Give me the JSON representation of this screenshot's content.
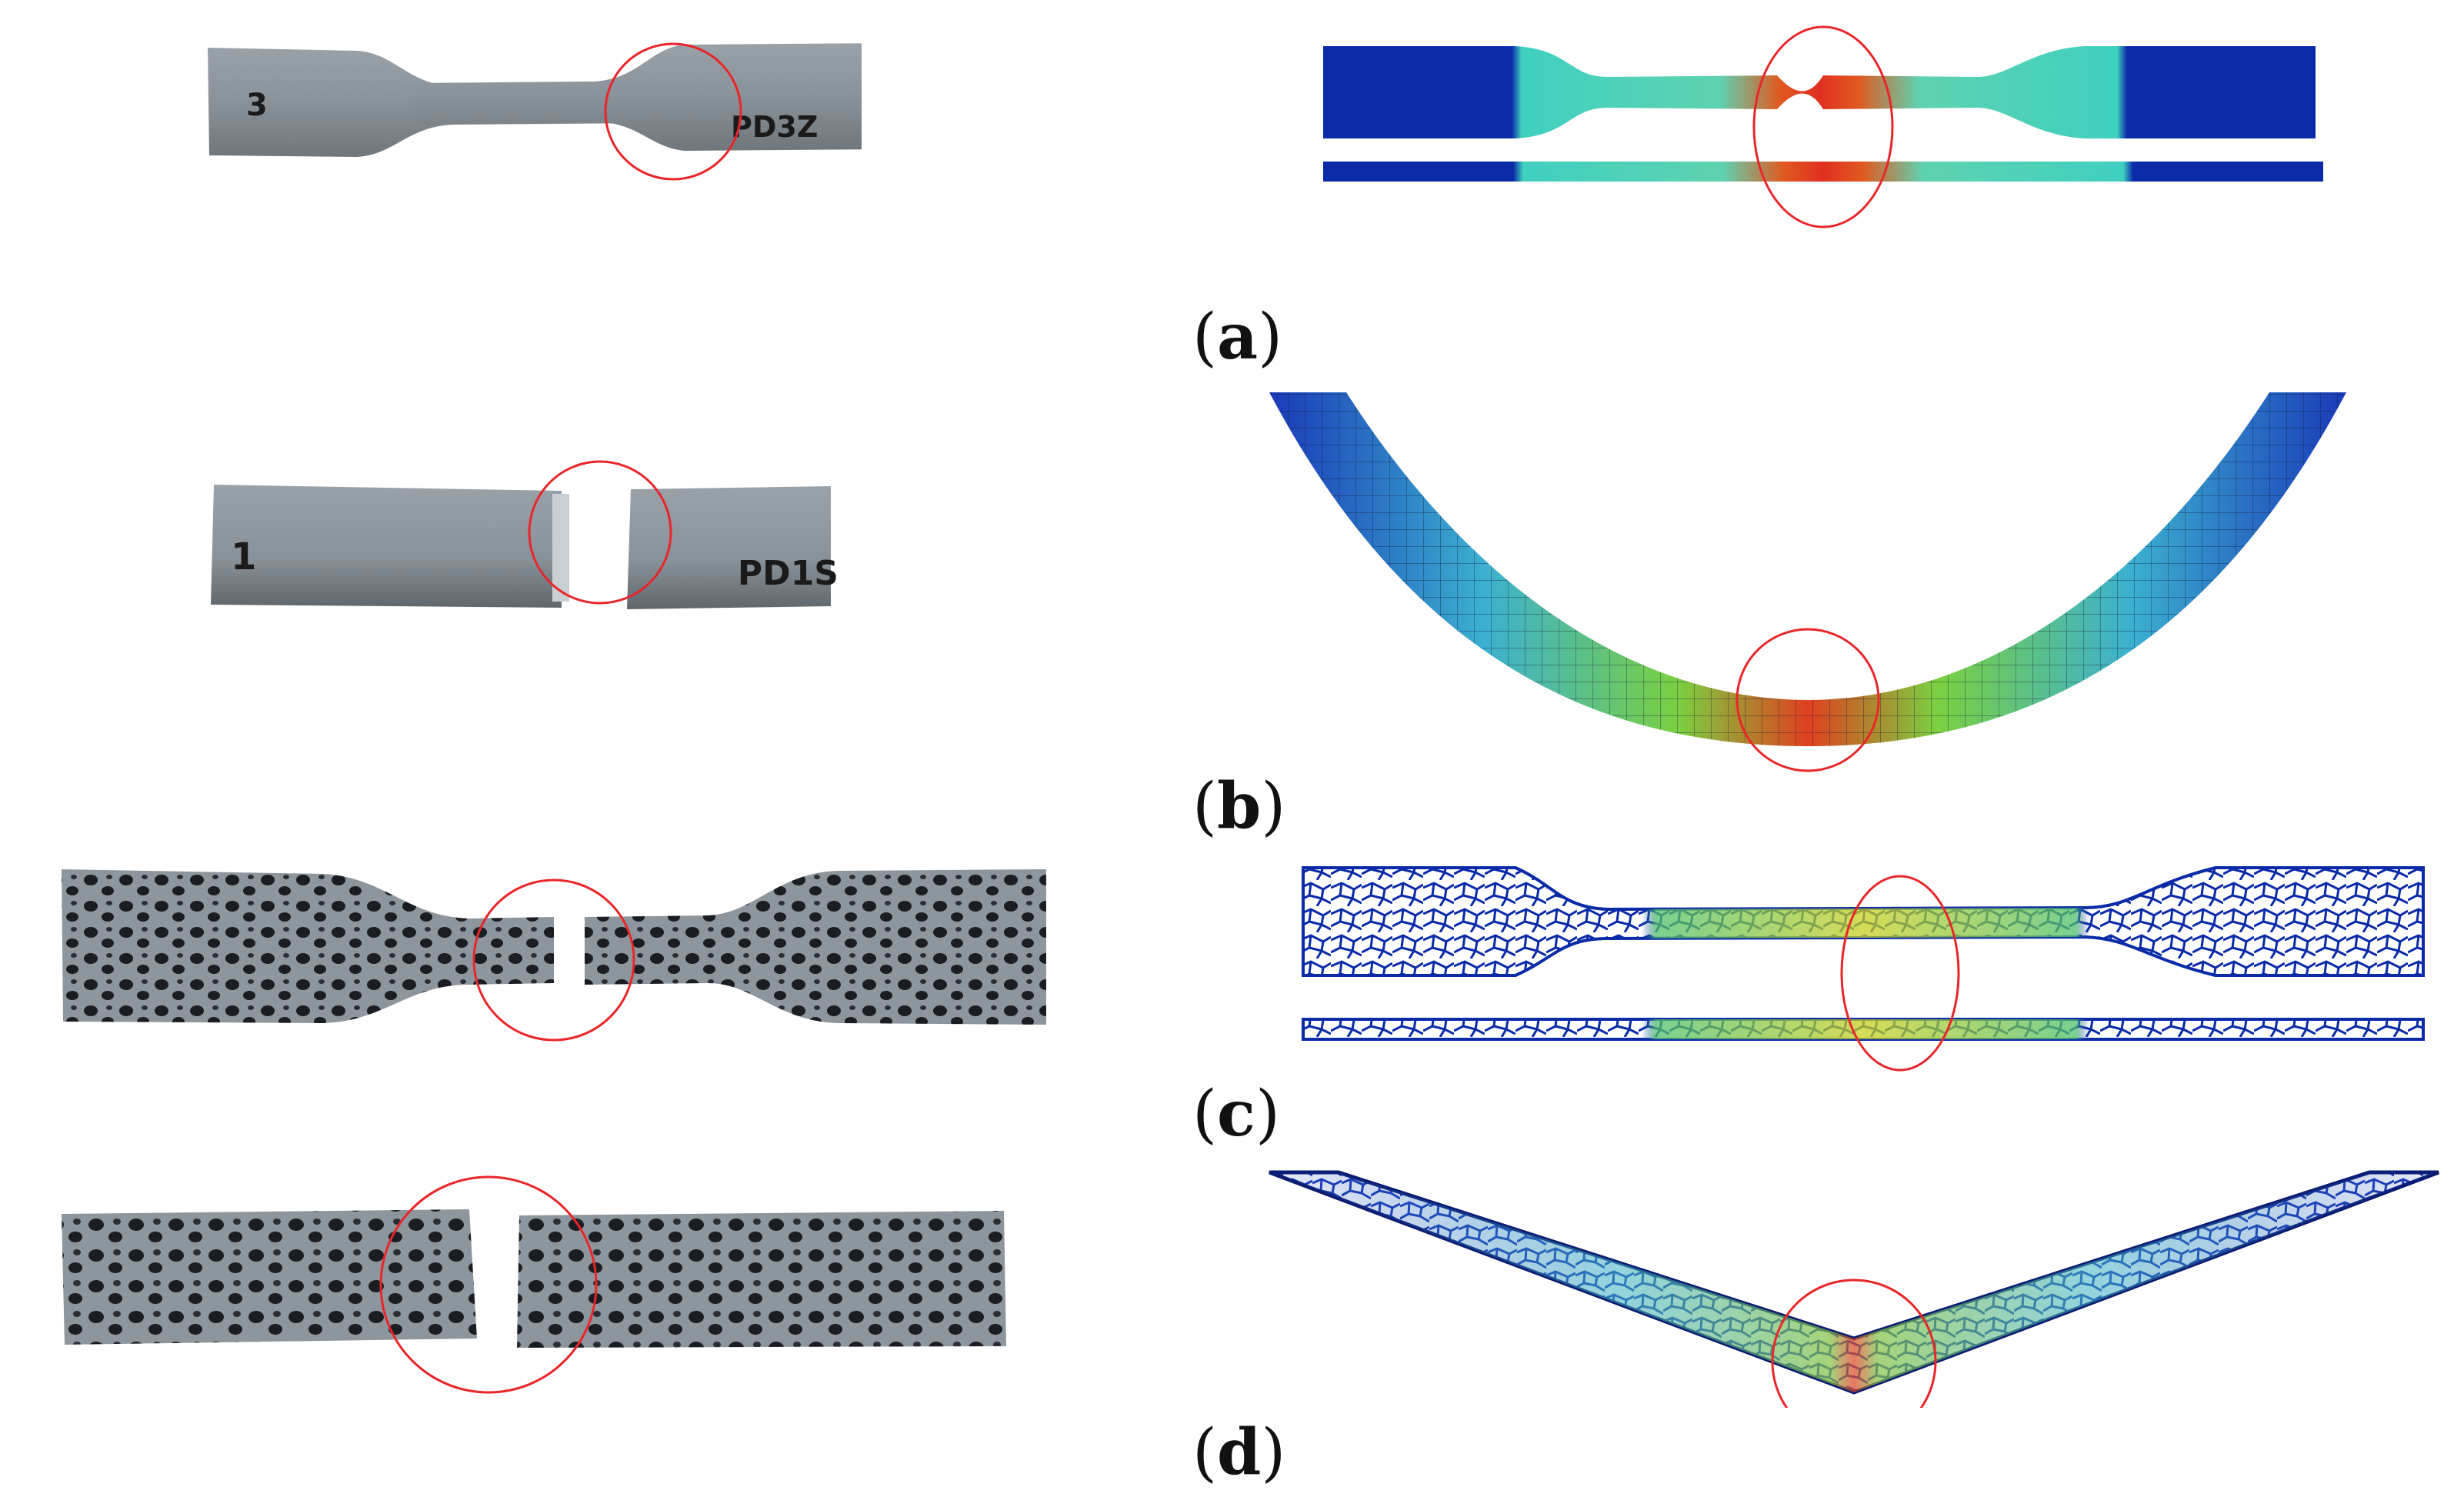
{
  "figure": {
    "specimens": {
      "a_label_left": "3",
      "a_label_right": "PD3Z",
      "b_label_left": "1",
      "b_label_right": "PD1S"
    },
    "panel_labels": {
      "a_open": "(",
      "a_letter": "a",
      "a_close": ")",
      "b_open": "(",
      "b_letter": "b",
      "b_close": ")",
      "c_open": "(",
      "c_letter": "c",
      "c_close": ")",
      "d_open": "(",
      "d_letter": "d",
      "d_close": ")"
    },
    "colors": {
      "specimen_grey": "#8a9299",
      "fracture_circle": "#e8262a",
      "fe_low": "#0a2aa8",
      "fe_mid": "#3fd0c0",
      "fe_high": "#e03020"
    }
  }
}
